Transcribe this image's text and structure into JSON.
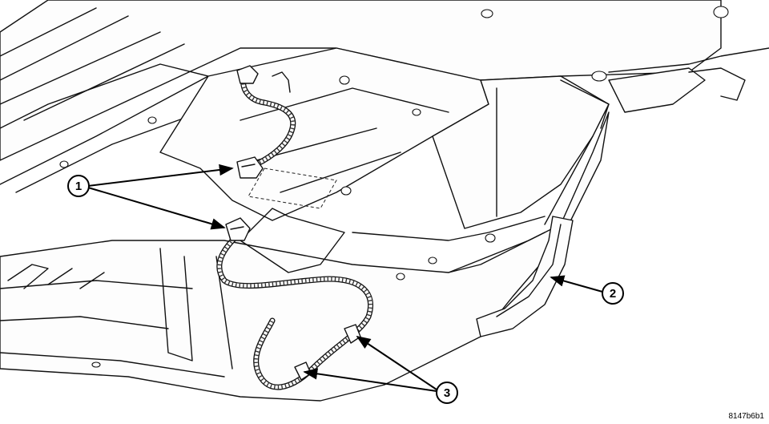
{
  "callouts": [
    {
      "id": "callout-1",
      "label": "1"
    },
    {
      "id": "callout-2",
      "label": "2"
    },
    {
      "id": "callout-3",
      "label": "3"
    }
  ],
  "figure_id": "8147b6b1"
}
